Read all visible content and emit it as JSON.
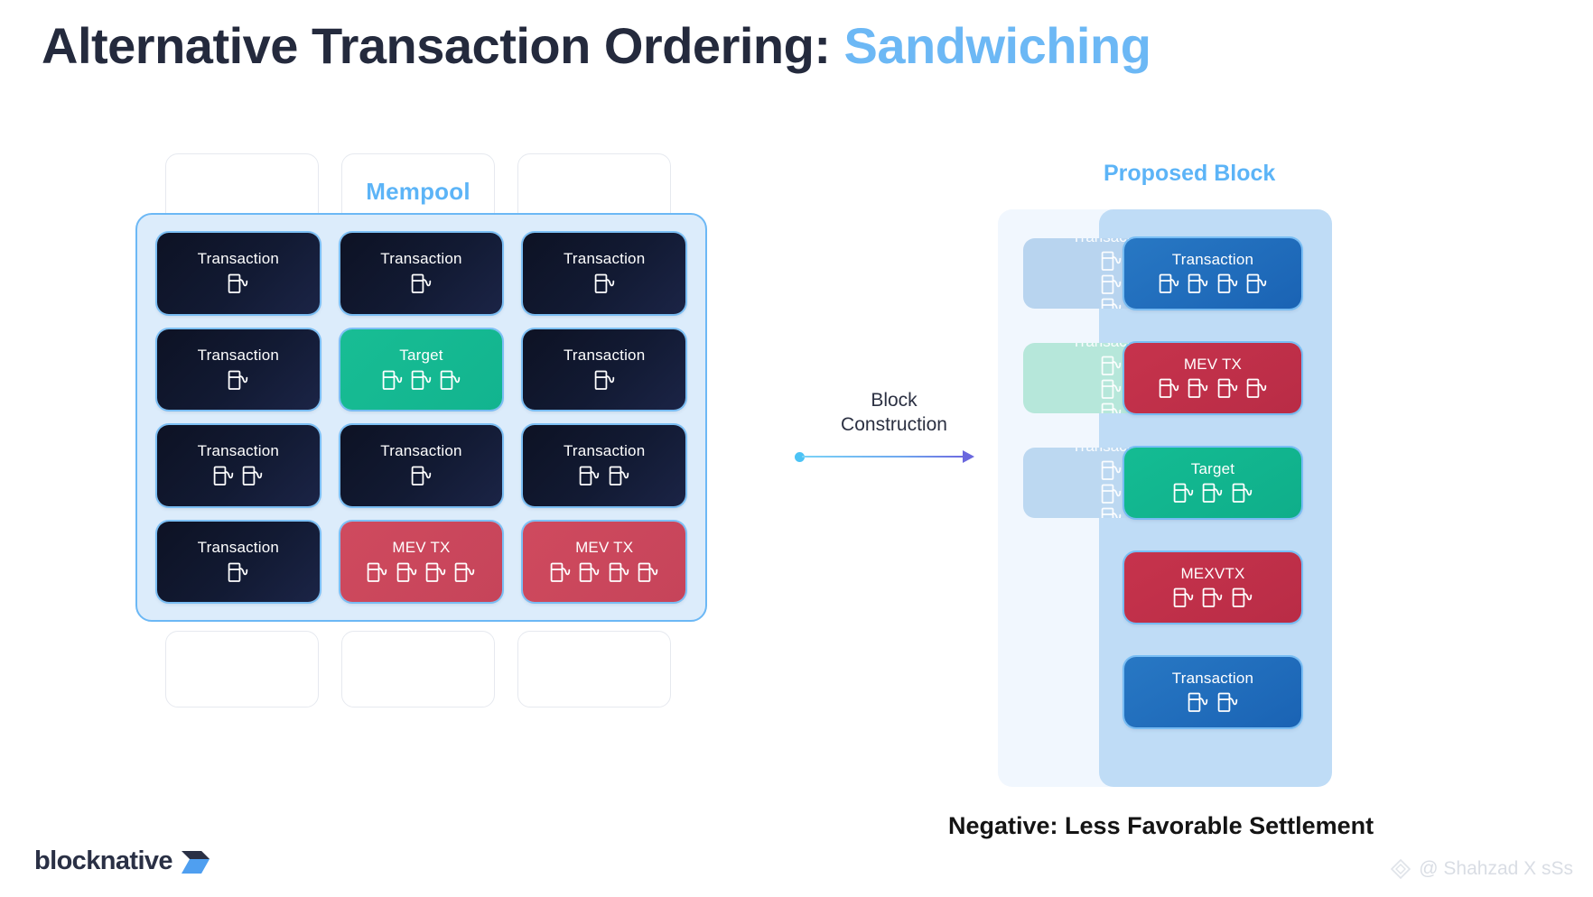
{
  "title": {
    "main": "Alternative Transaction Ordering: ",
    "accent": "Sandwiching"
  },
  "colors": {
    "accent_blue": "#6cb8f5",
    "title_dark": "#242a3d",
    "mempool_bg": "#dcecfb",
    "card_dark": "#0d1224",
    "teal": "#14bc93",
    "red": "#c6445a",
    "block_blue": "#1a63b4",
    "block_red": "#c6334c"
  },
  "mempool": {
    "label": "Mempool",
    "ghost_top": [
      "",
      "Mempool",
      ""
    ],
    "ghost_bottom": [
      "",
      "",
      ""
    ],
    "cards": [
      {
        "label": "Transaction",
        "pumps": 1,
        "type": "dark"
      },
      {
        "label": "Transaction",
        "pumps": 1,
        "type": "dark"
      },
      {
        "label": "Transaction",
        "pumps": 1,
        "type": "dark"
      },
      {
        "label": "Transaction",
        "pumps": 1,
        "type": "dark"
      },
      {
        "label": "Target",
        "pumps": 3,
        "type": "teal"
      },
      {
        "label": "Transaction",
        "pumps": 1,
        "type": "dark"
      },
      {
        "label": "Transaction",
        "pumps": 2,
        "type": "dark"
      },
      {
        "label": "Transaction",
        "pumps": 1,
        "type": "dark"
      },
      {
        "label": "Transaction",
        "pumps": 2,
        "type": "dark"
      },
      {
        "label": "Transaction",
        "pumps": 1,
        "type": "dark"
      },
      {
        "label": "MEV TX",
        "pumps": 4,
        "type": "red"
      },
      {
        "label": "MEV TX",
        "pumps": 4,
        "type": "red"
      }
    ]
  },
  "arrow": {
    "line1": "Block",
    "line2": "Construction"
  },
  "proposed_block": {
    "title": "Proposed Block",
    "ghost_cards": [
      {
        "label": "Transaction",
        "pumps": 3,
        "type": "g-blue"
      },
      {
        "label": "Transaction",
        "pumps": 3,
        "type": "g-teal"
      },
      {
        "label": "Transaction",
        "pumps": 3,
        "type": "g-blue2"
      }
    ],
    "cards": [
      {
        "label": "Transaction",
        "pumps": 4,
        "type": "blue"
      },
      {
        "label": "MEV TX",
        "pumps": 4,
        "type": "redsolid"
      },
      {
        "label": "Target",
        "pumps": 3,
        "type": "tealsolid"
      },
      {
        "label": "MEXVTX",
        "pumps": 3,
        "type": "redsolid"
      },
      {
        "label": "Transaction",
        "pumps": 2,
        "type": "blue"
      }
    ]
  },
  "caption": "Negative: Less Favorable Settlement",
  "footer": {
    "logo_text": "blocknative"
  },
  "watermark": {
    "text": "@ Shahzad X sSs"
  }
}
